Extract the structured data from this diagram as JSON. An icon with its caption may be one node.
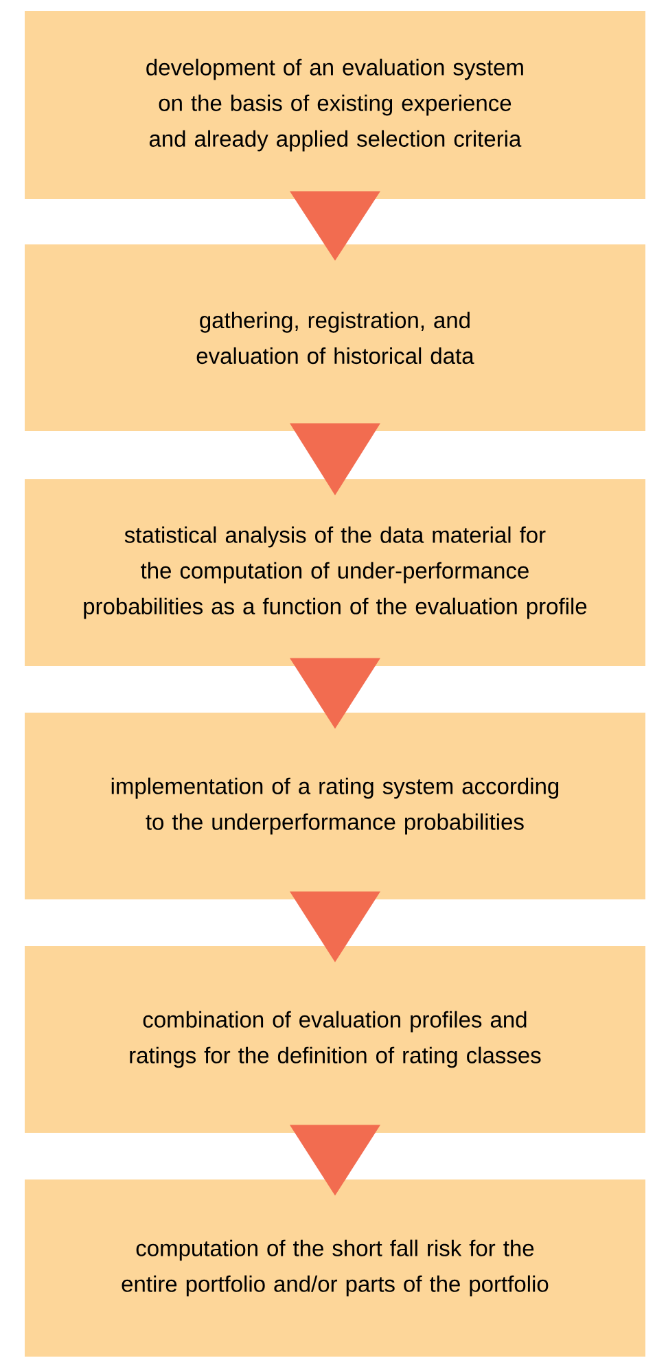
{
  "diagram": {
    "nodes": [
      {
        "text": [
          "development of an evaluation system on the basis of existing experience and already applied selection criteria"
        ]
      },
      {
        "text": [
          "gathering, registration, and evaluation of historical data"
        ]
      },
      {
        "text": [
          "statistical analysis of the data material for the computation of under-performance probabilities as a function of the evaluation profile"
        ]
      },
      {
        "text": [
          "implementation of a rating system according to the underperformance probabilities"
        ]
      },
      {
        "text": [
          "combination of evaluation profiles and ratings for the definition of rating classes"
        ]
      },
      {
        "text": [
          "computation of the short fall risk for the entire portfolio and/or parts of the portfolio"
        ]
      }
    ],
    "edges": [
      {
        "from": 0,
        "to": 1,
        "arrow": "to"
      },
      {
        "from": 1,
        "to": 2,
        "arrow": "to"
      },
      {
        "from": 2,
        "to": 3,
        "arrow": "to"
      },
      {
        "from": 3,
        "to": 4,
        "arrow": "to"
      },
      {
        "from": 4,
        "to": 5,
        "arrow": "to"
      }
    ]
  }
}
